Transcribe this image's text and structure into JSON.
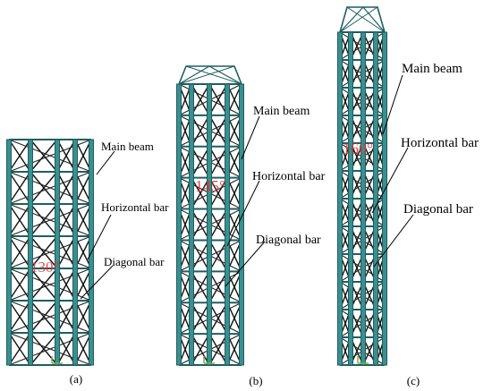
{
  "panels": [
    {
      "id": "a",
      "caption": "(a)",
      "angle": "130°",
      "labels": {
        "main_beam": "Main beam",
        "horizontal_bar": "Horizontal bar",
        "diagonal_bar": "Diagonal bar"
      }
    },
    {
      "id": "b",
      "caption": "(b)",
      "angle": "145°",
      "labels": {
        "main_beam": "Main beam",
        "horizontal_bar": "Horizontal bar",
        "diagonal_bar": "Diagonal bar"
      }
    },
    {
      "id": "c",
      "caption": "(c)",
      "angle": "160°",
      "labels": {
        "main_beam": "Main beam",
        "horizontal_bar": "Horizontal bar",
        "diagonal_bar": "Diagonal bar"
      }
    }
  ],
  "colors": {
    "member": "#1e5e60",
    "member_fill": "#3a8f8f",
    "angle_text": "#e03030",
    "leader": "#000000"
  }
}
